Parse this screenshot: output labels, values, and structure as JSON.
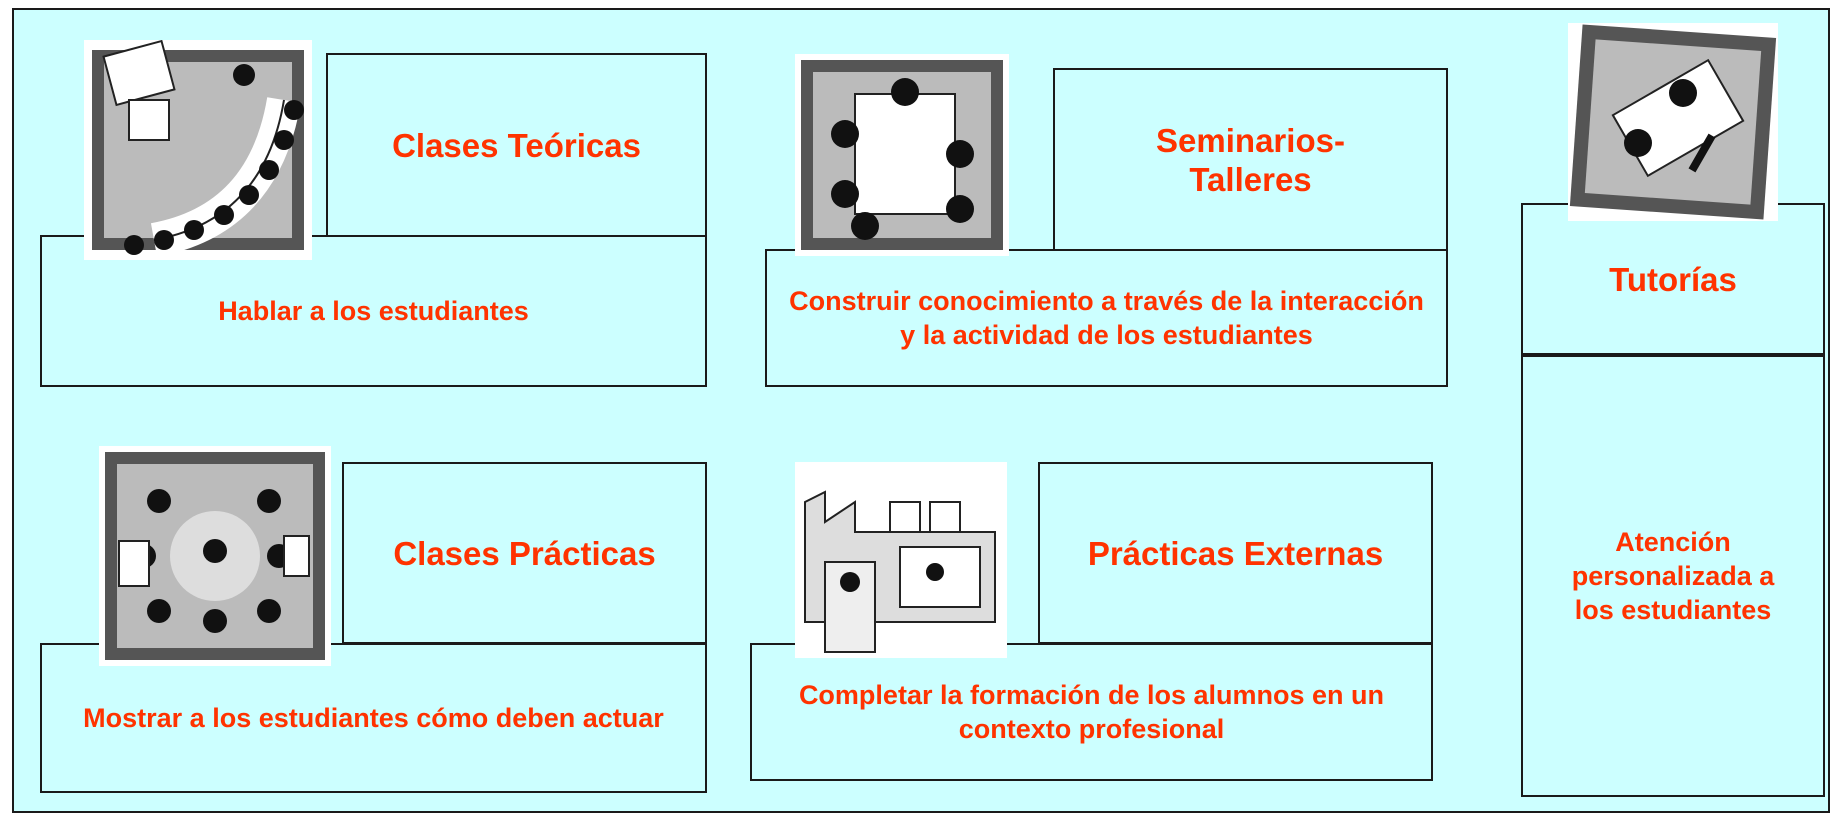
{
  "activities": [
    {
      "title": "Clases Teóricas",
      "description": "Hablar a los estudiantes",
      "illustration": "lecture-room-icon"
    },
    {
      "title": "Seminarios-Talleres",
      "description": "Construir conocimiento a través  de la interacción y la actividad de los estudiantes",
      "illustration": "seminar-table-icon"
    },
    {
      "title": "Tutorías",
      "description": "Atención personalizada a los estudiantes",
      "illustration": "tutoring-desk-icon"
    },
    {
      "title": "Clases Prácticas",
      "description": "Mostrar a los estudiantes cómo deben actuar",
      "illustration": "practical-class-icon"
    },
    {
      "title": "Prácticas Externas",
      "description": "Completar la formación de los alumnos en un contexto profesional",
      "illustration": "workplace-icon"
    }
  ],
  "colors": {
    "background": "#ccffff",
    "text": "#ff3300",
    "border": "#1a1a1a"
  }
}
